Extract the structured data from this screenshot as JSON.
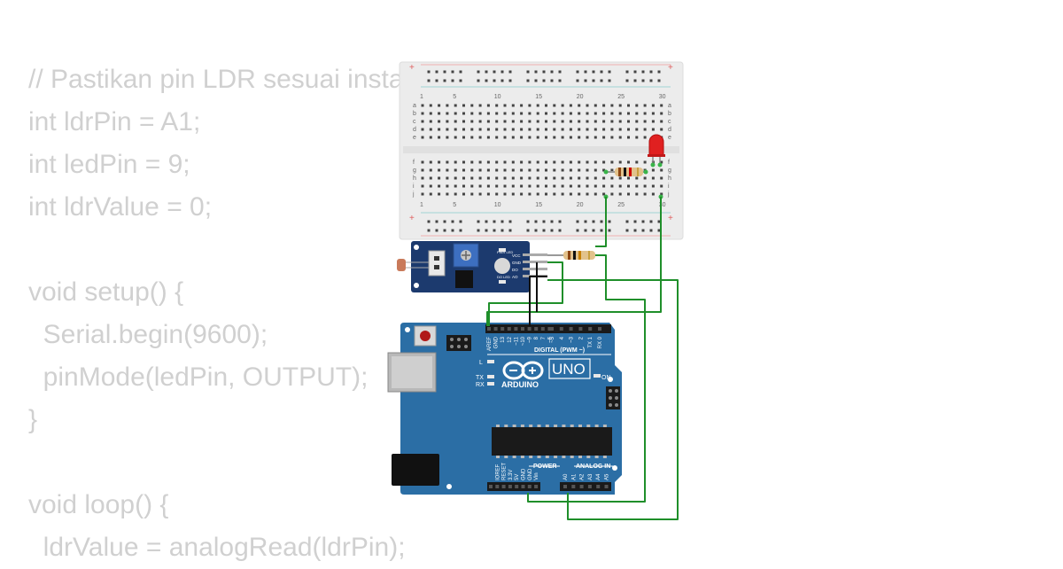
{
  "code_lines": [
    "// Pastikan pin LDR sesuai instalasi",
    "int ldrPin = A1;",
    "int ledPin = 9;",
    "int ldrValue = 0;",
    "",
    "void setup() {",
    "  Serial.begin(9600);",
    "  pinMode(ledPin, OUTPUT);",
    "}",
    "",
    "void loop() {",
    "  ldrValue = analogRead(ldrPin);"
  ],
  "breadboard": {
    "col_numbers": [
      "1",
      "5",
      "10",
      "15",
      "20",
      "25",
      "30"
    ],
    "row_letters_top": [
      "a",
      "b",
      "c",
      "d",
      "e"
    ],
    "row_letters_bottom": [
      "f",
      "g",
      "h",
      "i",
      "j"
    ]
  },
  "sensor_module": {
    "pin_labels": [
      "VCC",
      "GND",
      "DO",
      "AO"
    ],
    "led_labels": [
      "PWR LED",
      "DO LED"
    ]
  },
  "arduino": {
    "brand": "ARDUINO",
    "model": "UNO",
    "digital_label": "DIGITAL (PWM ~)",
    "power_label": "POWER",
    "analog_label": "ANALOG IN",
    "on_label": "ON",
    "l_label": "L",
    "tx_label": "TX",
    "rx_label": "RX",
    "top_pins": [
      "AREF",
      "GND",
      "13",
      "12",
      "~11",
      "~10",
      "~9",
      "8",
      "7",
      "~6",
      "~5",
      "4",
      "~3",
      "2",
      "TX 1",
      "RX 0"
    ],
    "bottom_power_pins": [
      "IOREF",
      "RESET",
      "3.3V",
      "5V",
      "GND",
      "GND",
      "Vin"
    ],
    "bottom_analog_pins": [
      "A0",
      "A1",
      "A2",
      "A3",
      "A4",
      "A5"
    ]
  },
  "colors": {
    "code_text": "#d0d0d0",
    "board_blue": "#2b6ea5",
    "module_blue": "#1c3a6e",
    "wire_green": "#1f8f2a",
    "wire_black": "#111111",
    "led_red": "#e02020",
    "breadboard": "#ececec"
  }
}
